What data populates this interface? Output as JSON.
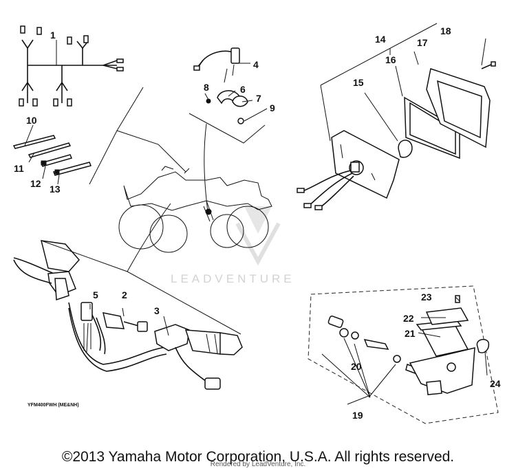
{
  "callouts": [
    {
      "n": "1"
    },
    {
      "n": "2"
    },
    {
      "n": "3"
    },
    {
      "n": "4"
    },
    {
      "n": "5"
    },
    {
      "n": "6"
    },
    {
      "n": "7"
    },
    {
      "n": "8"
    },
    {
      "n": "9"
    },
    {
      "n": "10"
    },
    {
      "n": "11"
    },
    {
      "n": "12"
    },
    {
      "n": "13"
    },
    {
      "n": "14"
    },
    {
      "n": "15"
    },
    {
      "n": "16"
    },
    {
      "n": "17"
    },
    {
      "n": "18"
    },
    {
      "n": "19"
    },
    {
      "n": "20"
    },
    {
      "n": "21"
    },
    {
      "n": "22"
    },
    {
      "n": "23"
    },
    {
      "n": "24"
    }
  ],
  "model_code": "YFM400FWH (ME&NH)",
  "watermark": "LEADVENTURE",
  "copyright": "©2013 Yamaha Motor Corporation, U.S.A. All rights reserved.",
  "rendered_by": "Rendered by LeadVenture, Inc."
}
